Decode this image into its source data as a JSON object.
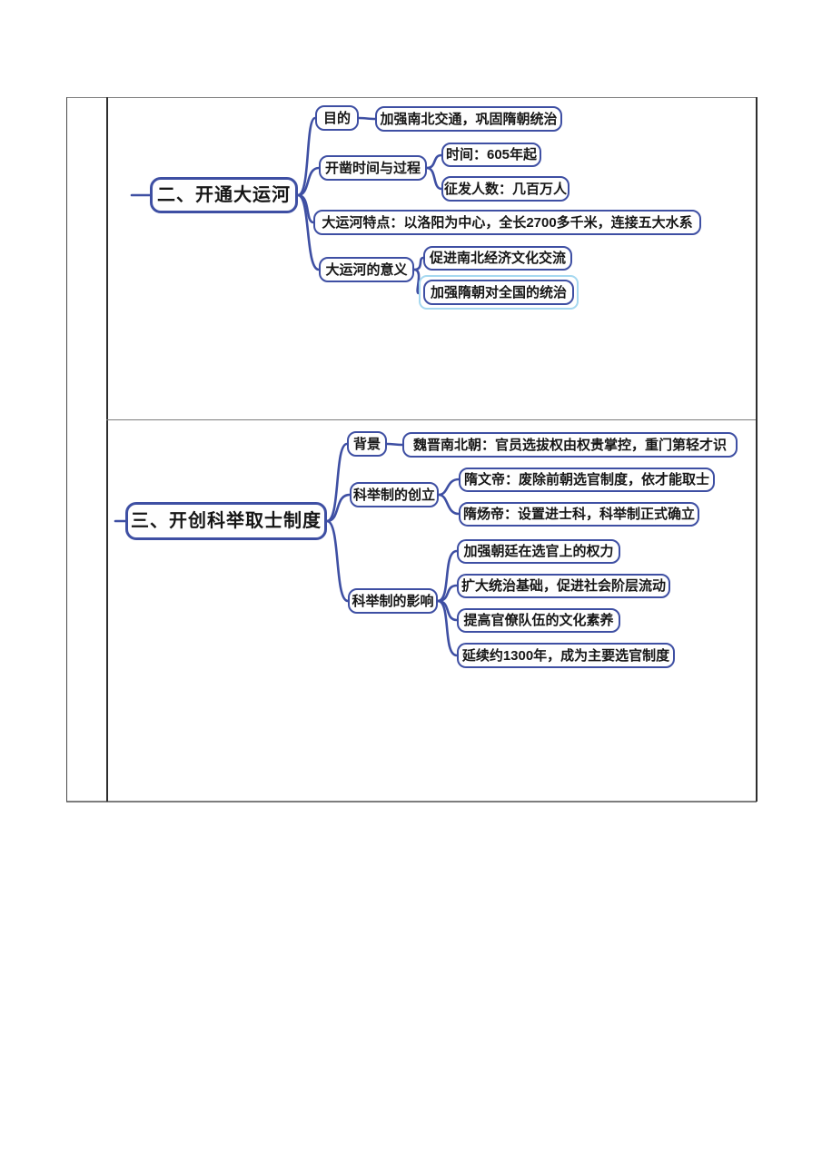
{
  "page": {
    "background_color": "#ffffff"
  },
  "colors": {
    "node_border": "#3e4fa3",
    "connector": "#3e4fa3",
    "node_text": "#161616",
    "selection_highlight": "#a5d8f0",
    "grid_line": "#7d7d7d"
  },
  "canal_map": {
    "root": "二、开通大运河",
    "purpose": {
      "label": "目的",
      "detail": "加强南北交通，巩固隋朝统治"
    },
    "process": {
      "label": "开凿时间与过程",
      "children": [
        "时间：605年起",
        "征发人数：几百万人"
      ]
    },
    "feature": "大运河特点：以洛阳为中心，全长2700多千米，连接五大水系",
    "meaning": {
      "label": "大运河的意义",
      "children": [
        "促进南北经济文化交流",
        "加强隋朝对全国的统治"
      ],
      "selected_child": "加强隋朝对全国的统治"
    }
  },
  "exam_map": {
    "root": "三、开创科举取士制度",
    "background": {
      "label": "背景",
      "detail": "魏晋南北朝：官员选拔权由权贵掌控，重门第轻才识"
    },
    "creation": {
      "label": "科举制的创立",
      "children": [
        "隋文帝：废除前朝选官制度，依才能取士",
        "隋炀帝：设置进士科，科举制正式确立"
      ]
    },
    "impact": {
      "label": "科举制的影响",
      "children": [
        "加强朝廷在选官上的权力",
        "扩大统治基础，促进社会阶层流动",
        "提高官僚队伍的文化素养",
        "延续约1300年，成为主要选官制度"
      ]
    }
  }
}
